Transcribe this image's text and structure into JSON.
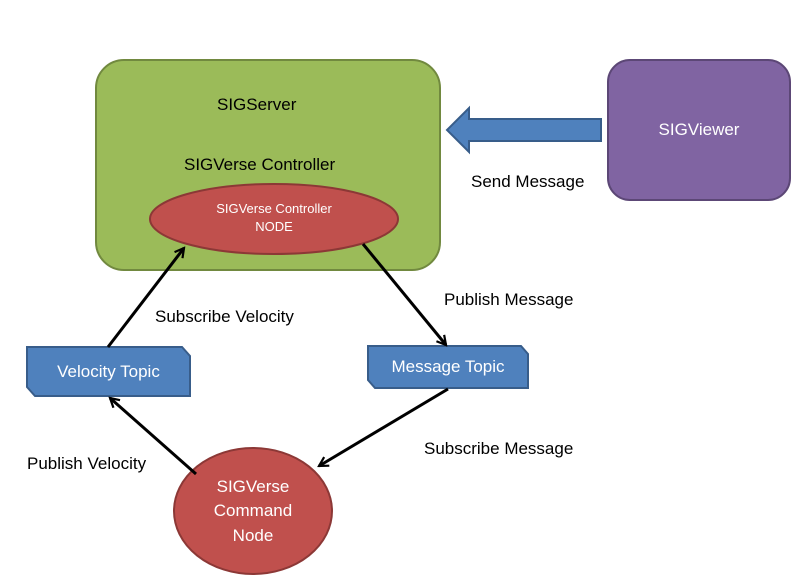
{
  "colors": {
    "server_fill": "#9bbb59",
    "server_stroke": "#71893f",
    "viewer_fill": "#8064a2",
    "viewer_stroke": "#5c4776",
    "node_fill": "#c0504d",
    "node_stroke": "#8c3836",
    "topic_fill": "#4f81bd",
    "topic_stroke": "#385d8a",
    "arrow": "#000000"
  },
  "nodes": {
    "server": {
      "title": "SIGServer",
      "subtitle": "SIGVerse Controller"
    },
    "controller_node": {
      "line1": "SIGVerse Controller",
      "line2": "NODE"
    },
    "viewer": {
      "label": "SIGViewer"
    },
    "velocity_topic": {
      "label": "Velocity Topic"
    },
    "message_topic": {
      "label": "Message Topic"
    },
    "command_node": {
      "line1": "SIGVerse",
      "line2": "Command",
      "line3": "Node"
    }
  },
  "edges": {
    "send_message": "Send Message",
    "subscribe_velocity": "Subscribe Velocity",
    "publish_message": "Publish Message",
    "subscribe_message": "Subscribe Message",
    "publish_velocity": "Publish Velocity"
  }
}
